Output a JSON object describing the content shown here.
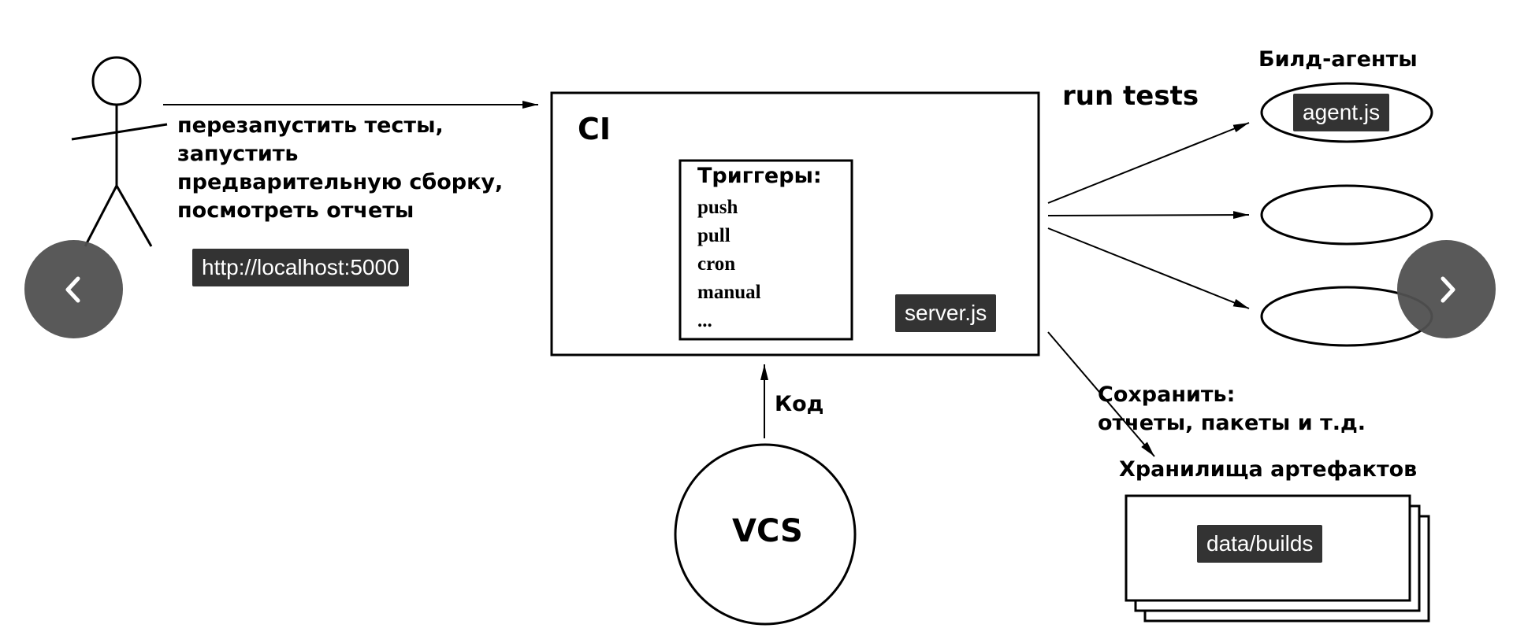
{
  "diagram": {
    "user_actions": [
      "перезапустить тесты,",
      "запустить",
      "предварительную сборку,",
      "посмотреть отчеты"
    ],
    "ci_title": "CI",
    "triggers_title": "Триггеры:",
    "triggers": [
      "push",
      "pull",
      "cron",
      "manual",
      "..."
    ],
    "run_tests": "run tests",
    "agents_title": "Билд-агенты",
    "save_line1": "Сохранить:",
    "save_line2": "отчеты, пакеты и т.д.",
    "storage_title": "Хранилища артефактов",
    "code_label": "Код",
    "vcs_label": "VCS"
  },
  "tags": {
    "localhost": "http://localhost:5000",
    "server": "server.js",
    "agent": "agent.js",
    "builds": "data/builds"
  },
  "nav": {
    "prev_icon": "chevron-left-icon",
    "next_icon": "chevron-right-icon"
  },
  "colors": {
    "tag_bg": "#333333",
    "nav_bg": "#505050"
  }
}
